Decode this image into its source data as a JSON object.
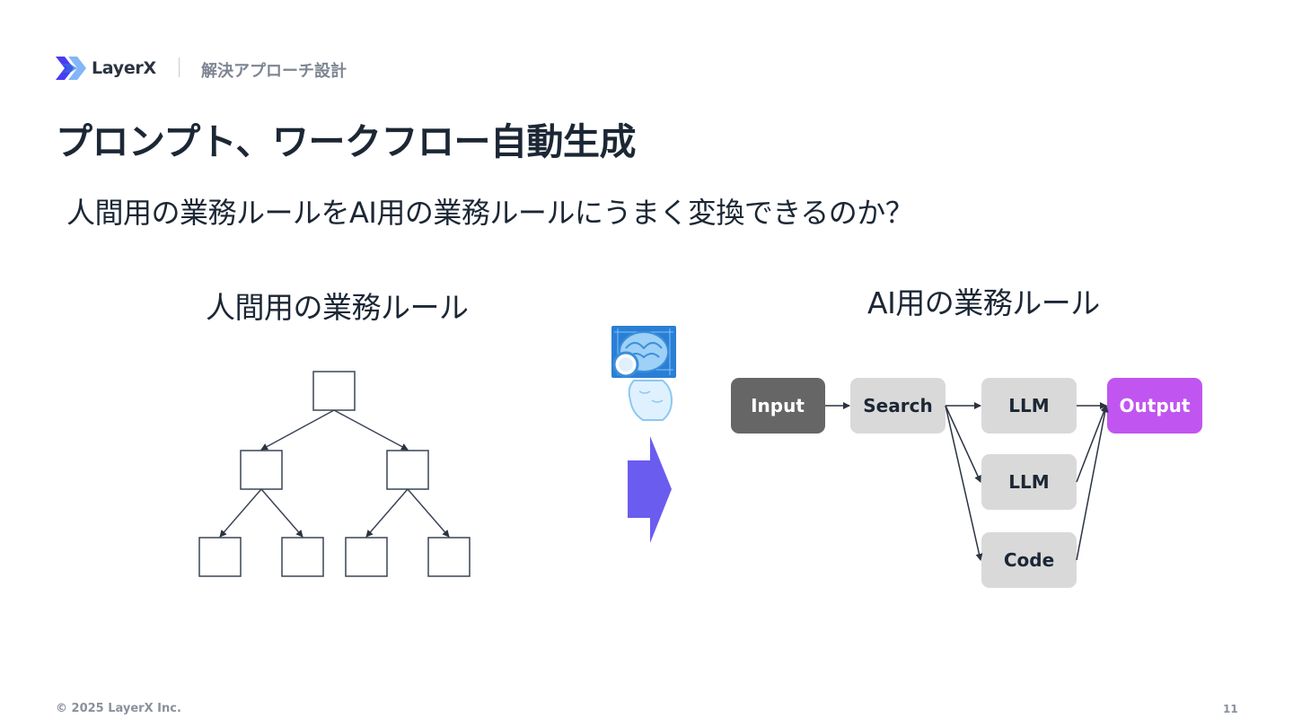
{
  "header": {
    "brand": "LayerX",
    "section": "解決アプローチ設計"
  },
  "title": "プロンプト、ワークフロー自動生成",
  "subtitle": "人間用の業務ルールをAI用の業務ルールにうまく変換できるのか？",
  "left_diagram": {
    "title": "人間用の業務ルール"
  },
  "right_diagram": {
    "title": "AI用の業務ルール",
    "nodes": {
      "input": "Input",
      "search": "Search",
      "llm1": "LLM",
      "llm2": "LLM",
      "code": "Code",
      "output": "Output"
    }
  },
  "colors": {
    "input_fill": "#666666",
    "process_fill": "#d9d9d9",
    "output_fill": "#c155f0",
    "arrow_fill": "#6b5cf0",
    "brain_blue": "#3a8fd8",
    "text_dark": "#1c2735"
  },
  "footer": {
    "copyright": "© 2025 LayerX Inc.",
    "page_number": "11"
  }
}
